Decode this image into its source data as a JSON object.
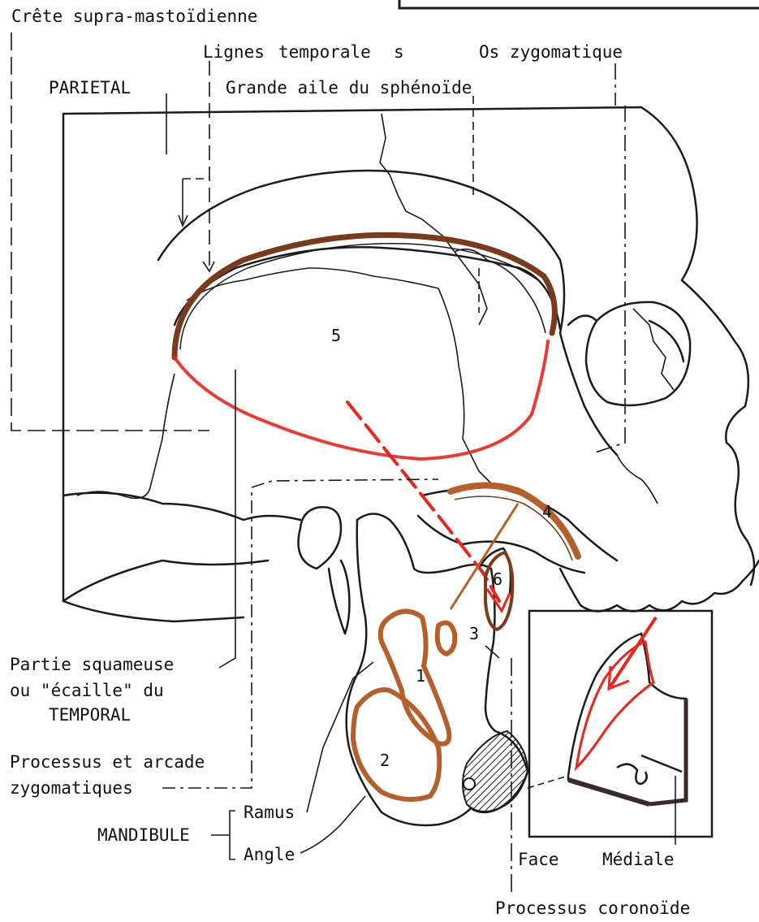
{
  "labels": {
    "crete": "Crête supra-mastoïdienne",
    "lignes_a": "Lignes",
    "lignes_b": "temporale",
    "lignes_c": "s",
    "os_zygo": "Os zygomatique",
    "parietal": "PARIETAL",
    "sphenoide": "Grande aile du sphénoïde",
    "squameuse_1": "Partie squameuse",
    "squameuse_2": "ou \"écaille\" du",
    "squameuse_3": "TEMPORAL",
    "processus_1": "Processus et arcade",
    "processus_2": "zygomatiques",
    "mandibule": "MANDIBULE",
    "ramus": "Ramus",
    "angle": "Angle",
    "face": "Face",
    "mediale": "Médiale",
    "coronoide": "Processus coronoïde"
  },
  "numbers": {
    "n1": "1",
    "n2": "2",
    "n3": "3",
    "n4": "4",
    "n5": "5",
    "n6": "6"
  },
  "colors": {
    "line": "#1a1a1a",
    "muscle_brown": "#b5602b",
    "dark_brown": "#7a3a1c",
    "red": "#e8261c"
  }
}
